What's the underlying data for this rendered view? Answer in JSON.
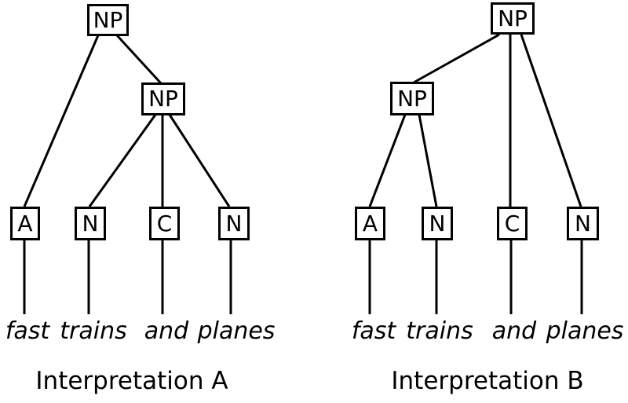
{
  "diagram": {
    "background": "#ffffff",
    "ink_color": "#000000",
    "phrase": "fast trains and planes",
    "trees": [
      {
        "caption": "Interpretation A",
        "root_label": "NP",
        "inner_label": "NP",
        "leaves": [
          {
            "label": "A",
            "word": "fast"
          },
          {
            "label": "N",
            "word": "trains"
          },
          {
            "label": "C",
            "word": "and"
          },
          {
            "label": "N",
            "word": "planes"
          }
        ],
        "edges": [
          "NP(root) - A(fast)",
          "NP(root) - NP(inner)",
          "NP(inner) - N(trains)",
          "NP(inner) - C(and)",
          "NP(inner) - N(planes)"
        ]
      },
      {
        "caption": "Interpretation B",
        "root_label": "NP",
        "inner_label": "NP",
        "leaves": [
          {
            "label": "A",
            "word": "fast"
          },
          {
            "label": "N",
            "word": "trains"
          },
          {
            "label": "C",
            "word": "and"
          },
          {
            "label": "N",
            "word": "planes"
          }
        ],
        "edges": [
          "NP(root) - NP(inner)",
          "NP(root) - C(and)",
          "NP(root) - N(planes)",
          "NP(inner) - A(fast)",
          "NP(inner) - N(trains)"
        ]
      }
    ]
  }
}
